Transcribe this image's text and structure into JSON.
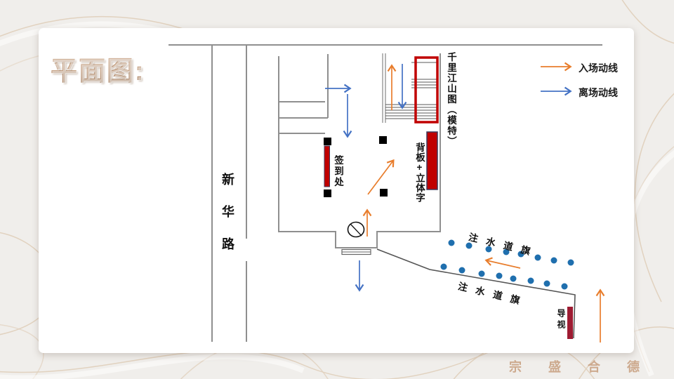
{
  "slide": {
    "title": "平面图:",
    "watermark": "宗盛合德"
  },
  "legend": {
    "entry_label": "入场动线",
    "exit_label": "离场动线"
  },
  "map": {
    "road_label": "新华路",
    "signin_label": "签到处",
    "backboard_label": "背板+立体字",
    "painting_label": "千里江山图（模特）",
    "flags_top_label": "注水道旗",
    "flags_bottom_label": "注水道旗",
    "signage_label": "导视",
    "flag_dot_counts": {
      "top_row": 8,
      "bottom_row": 8
    }
  },
  "colors": {
    "entry_arrow_orange": "#E87D2C",
    "exit_arrow_blue": "#4472C4",
    "stage_red": "#C00000",
    "signage_dark_red": "#9E1B32",
    "flag_dot_blue": "#1F6FAE",
    "title_bronze": "#BE9678",
    "watermark_tan": "#C9A284"
  }
}
